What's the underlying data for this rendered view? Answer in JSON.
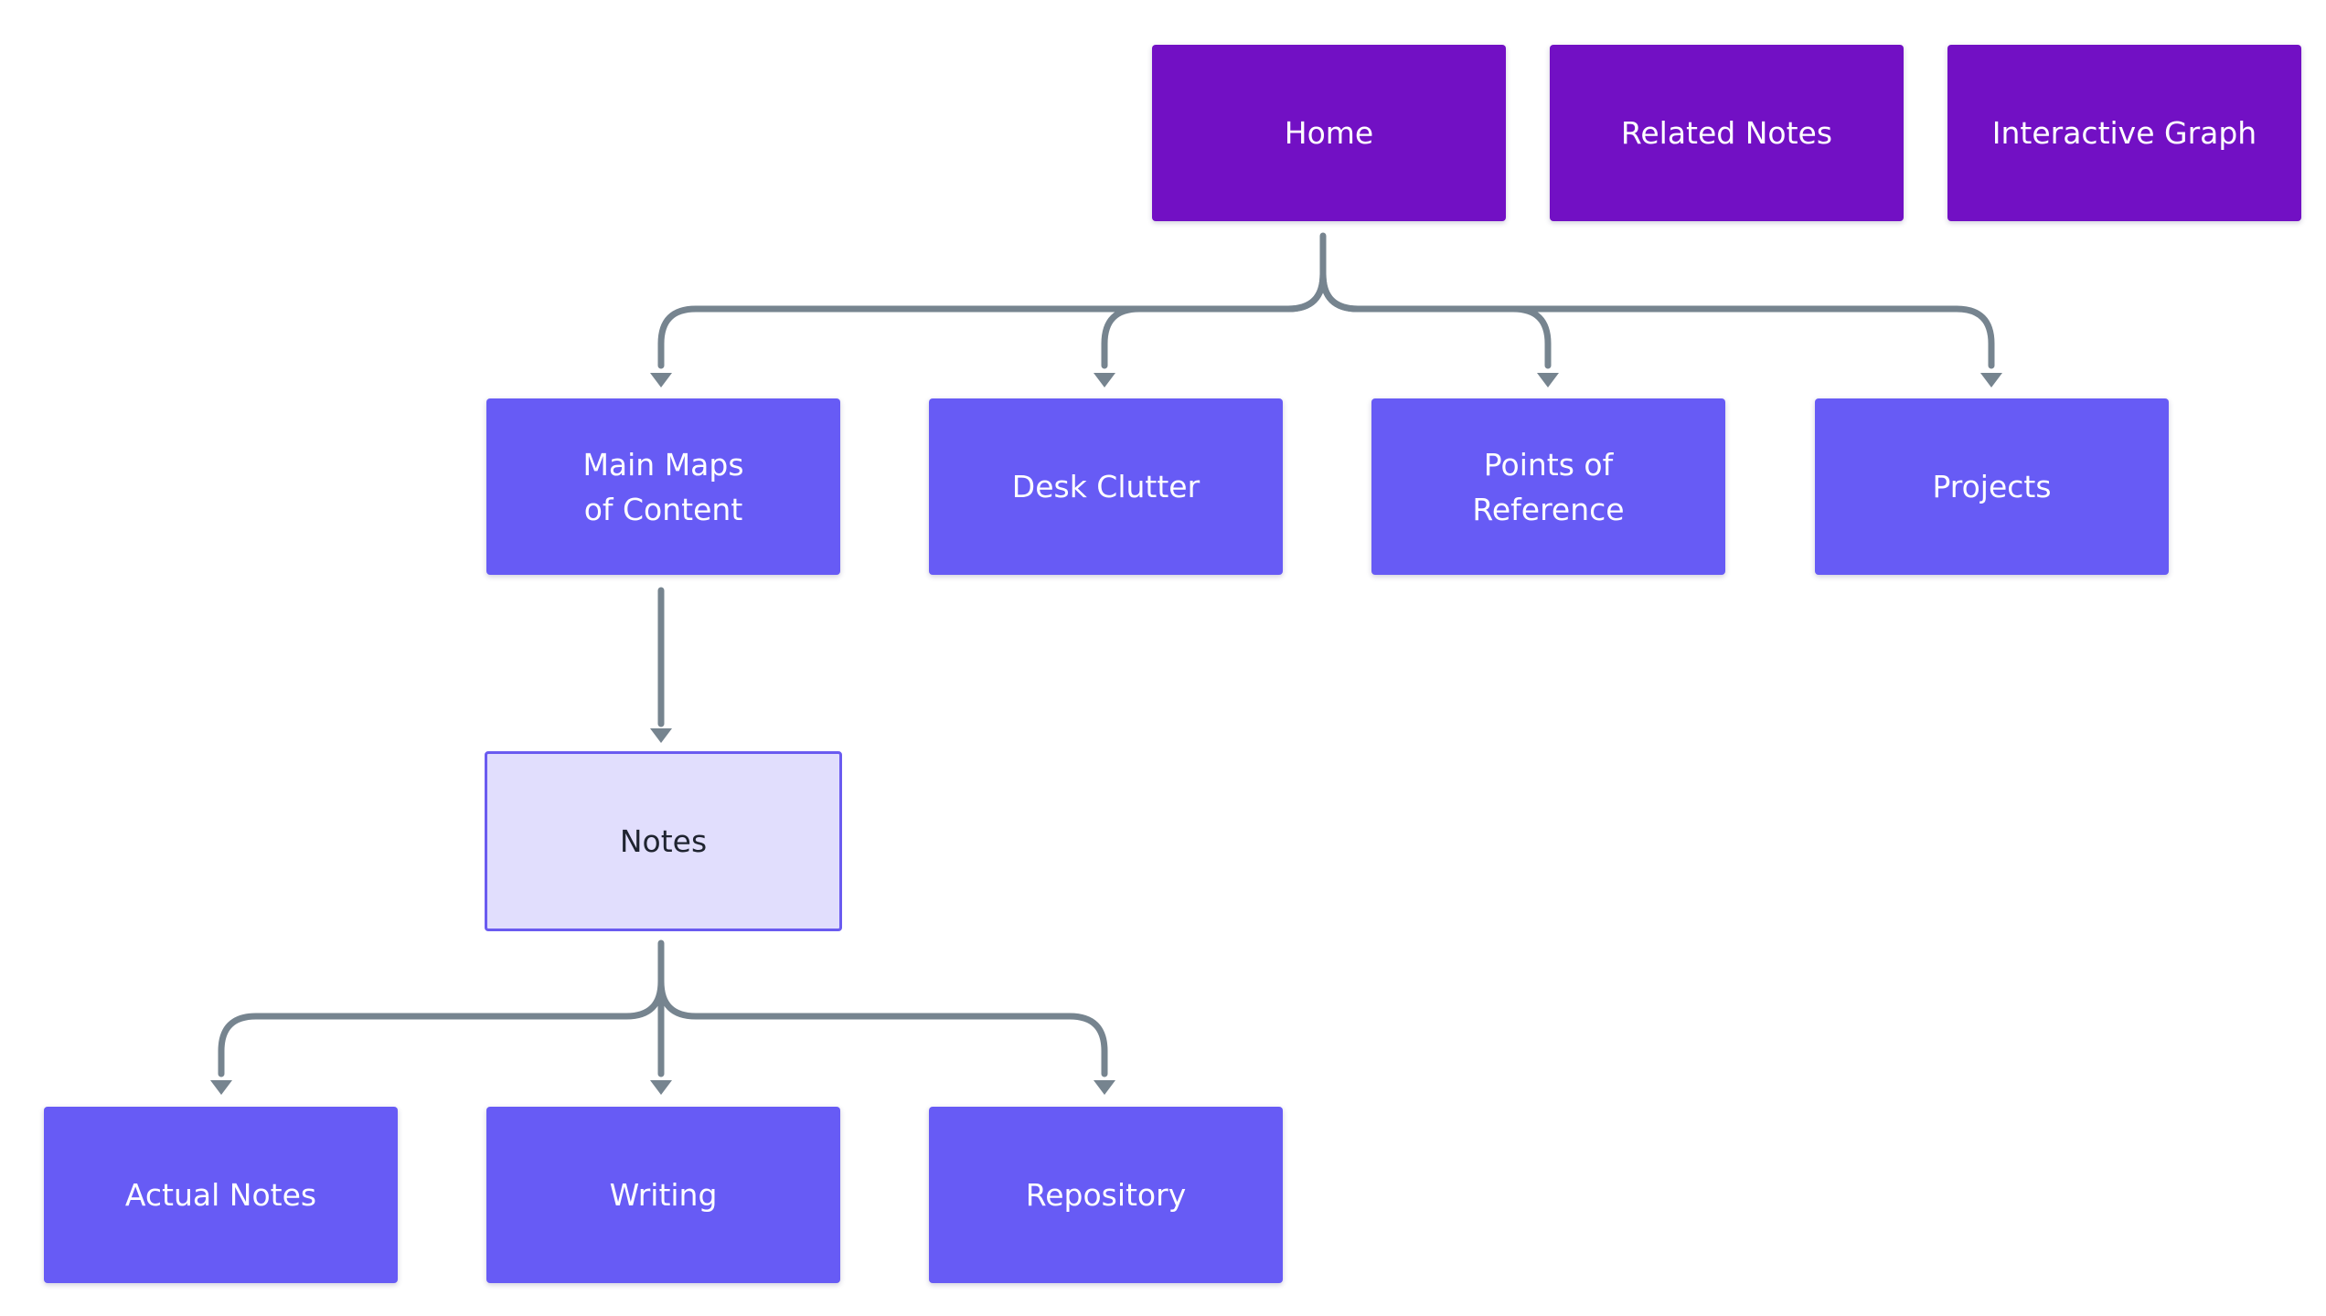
{
  "diagram": {
    "nodes": {
      "home": "Home",
      "related_notes": "Related Notes",
      "interactive_graph": "Interactive Graph",
      "main_maps": "Main Maps\nof Content",
      "desk_clutter": "Desk Clutter",
      "points_of_reference": "Points of\nReference",
      "projects": "Projects",
      "notes": "Notes",
      "actual_notes": "Actual Notes",
      "writing": "Writing",
      "repository": "Repository"
    },
    "edges": [
      [
        "home",
        "main_maps"
      ],
      [
        "home",
        "desk_clutter"
      ],
      [
        "home",
        "points_of_reference"
      ],
      [
        "home",
        "projects"
      ],
      [
        "main_maps",
        "notes"
      ],
      [
        "notes",
        "actual_notes"
      ],
      [
        "notes",
        "writing"
      ],
      [
        "notes",
        "repository"
      ]
    ],
    "colors": {
      "top_nodes": "#7210c4",
      "child_nodes": "#675bf5",
      "current_node_fill": "#e1defd",
      "current_node_border": "#6a5bf0",
      "connector": "#76848f"
    }
  }
}
